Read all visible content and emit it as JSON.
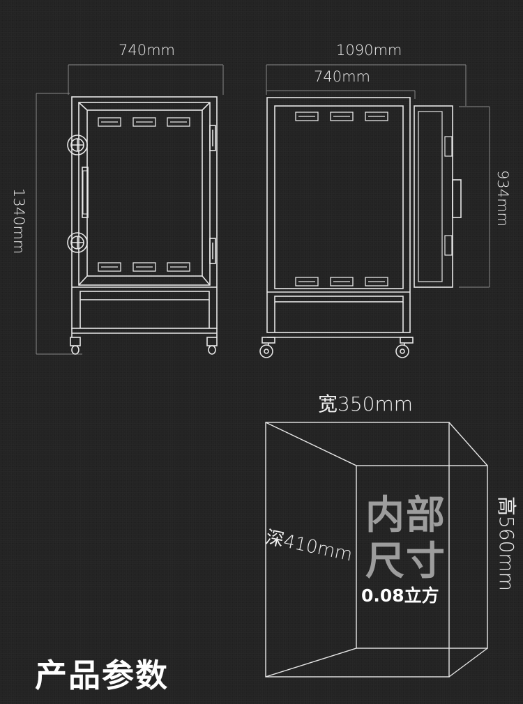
{
  "front_view": {
    "width_label": "740mm",
    "height_label": "1340mm"
  },
  "side_view": {
    "total_width_label": "1090mm",
    "body_width_label": "740mm",
    "door_height_label": "934mm"
  },
  "inner_size": {
    "width_label": "宽350mm",
    "depth_label": "深410mm",
    "height_label": "高560mm",
    "title_line1": "内部",
    "title_line2": "尺寸",
    "volume_label": "0.08立方"
  },
  "page_title": "产品参数",
  "colors": {
    "background": "#232323",
    "line": "#e8e8e8",
    "dim_line": "#8a8a8a",
    "title_gray": "#9d9d9d"
  }
}
